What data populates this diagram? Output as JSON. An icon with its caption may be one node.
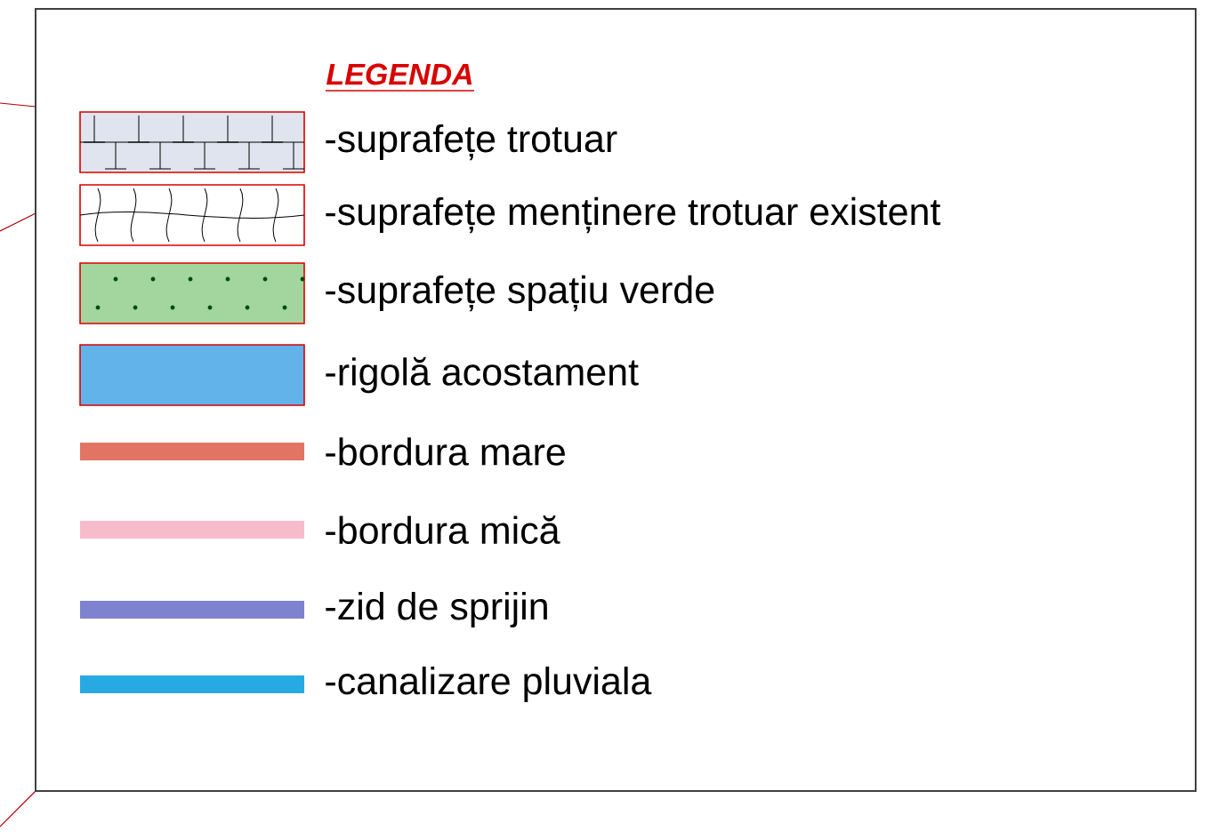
{
  "diagram": {
    "title": "LEGENDA",
    "legend": [
      {
        "text": "-suprafețe trotuar",
        "color": "#dfe4ef"
      },
      {
        "text": "-suprafețe menținere trotuar existent"
      },
      {
        "text": "-suprafețe spațiu verde",
        "color": "#a3d59e"
      },
      {
        "text": "-rigolă acostament",
        "color": "#62b3ea"
      },
      {
        "text": "-bordura mare",
        "color": "#e27463"
      },
      {
        "text": "-bordura mică",
        "color": "#f7bccb"
      },
      {
        "text": "-zid de sprijin",
        "color": "#7f82cf"
      },
      {
        "text": "-canalizare pluviala",
        "color": "#27a9e3"
      }
    ]
  }
}
